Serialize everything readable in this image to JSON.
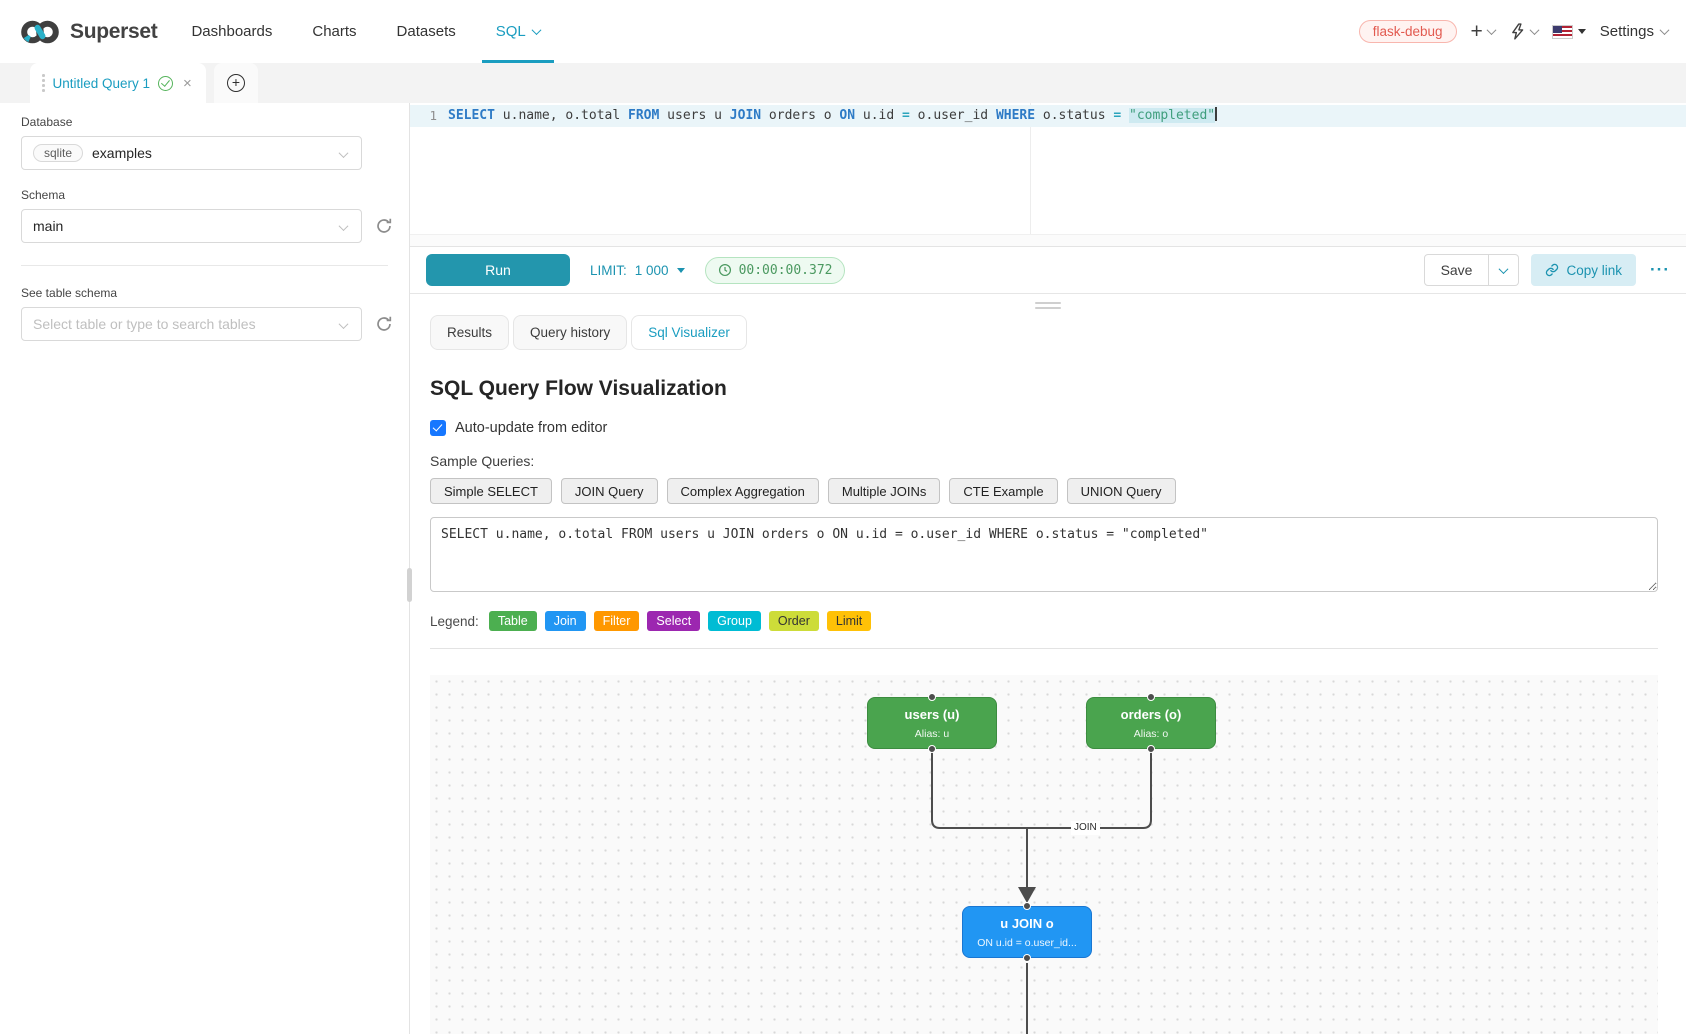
{
  "navbar": {
    "brand": "Superset",
    "items": [
      {
        "label": "Dashboards"
      },
      {
        "label": "Charts"
      },
      {
        "label": "Datasets"
      },
      {
        "label": "SQL"
      }
    ],
    "env_badge": "flask-debug",
    "settings_label": "Settings"
  },
  "query_tabs": {
    "active_tab": "Untitled Query 1",
    "close_glyph": "×",
    "new_tab_glyph": "+"
  },
  "sidebar": {
    "database_label": "Database",
    "database_engine": "sqlite",
    "database_name": "examples",
    "schema_label": "Schema",
    "schema_value": "main",
    "table_label": "See table schema",
    "table_placeholder": "Select table or type to search tables"
  },
  "editor": {
    "line_number": "1",
    "tokens": [
      {
        "t": "kw",
        "v": "SELECT"
      },
      {
        "t": "pl",
        "v": " u.name, o.total "
      },
      {
        "t": "kw",
        "v": "FROM"
      },
      {
        "t": "pl",
        "v": " users u "
      },
      {
        "t": "kw",
        "v": "JOIN"
      },
      {
        "t": "pl",
        "v": " orders o "
      },
      {
        "t": "kw",
        "v": "ON"
      },
      {
        "t": "pl",
        "v": " u.id "
      },
      {
        "t": "op",
        "v": "="
      },
      {
        "t": "pl",
        "v": " o.user_id "
      },
      {
        "t": "kw",
        "v": "WHERE"
      },
      {
        "t": "pl",
        "v": " o.status "
      },
      {
        "t": "op",
        "v": "="
      },
      {
        "t": "pl",
        "v": " "
      },
      {
        "t": "str",
        "v": "\"completed\""
      }
    ]
  },
  "toolbar": {
    "run_label": "Run",
    "limit_label": "LIMIT:",
    "limit_value": "1 000",
    "timer": "00:00:00.372",
    "save_label": "Save",
    "copy_link_label": "Copy link",
    "more_glyph": "···"
  },
  "south_tabs": [
    {
      "label": "Results"
    },
    {
      "label": "Query history"
    },
    {
      "label": "Sql Visualizer"
    }
  ],
  "viz": {
    "title": "SQL Query Flow Visualization",
    "auto_update_label": "Auto-update from editor",
    "sample_queries_label": "Sample Queries:",
    "sample_queries": [
      "Simple SELECT",
      "JOIN Query",
      "Complex Aggregation",
      "Multiple JOINs",
      "CTE Example",
      "UNION Query"
    ],
    "sql_text": "SELECT u.name, o.total FROM users u JOIN orders o ON u.id = o.user_id WHERE o.status = \"completed\"",
    "legend_label": "Legend:",
    "legend": [
      {
        "label": "Table",
        "color": "#4CAF50",
        "text": "#ffffff"
      },
      {
        "label": "Join",
        "color": "#2196F3",
        "text": "#ffffff"
      },
      {
        "label": "Filter",
        "color": "#FF9800",
        "text": "#ffffff"
      },
      {
        "label": "Select",
        "color": "#9C27B0",
        "text": "#ffffff"
      },
      {
        "label": "Group",
        "color": "#00BCD4",
        "text": "#ffffff"
      },
      {
        "label": "Order",
        "color": "#CDDC39",
        "text": "#333333"
      },
      {
        "label": "Limit",
        "color": "#FFC107",
        "text": "#333333"
      }
    ],
    "flow": {
      "nodes": [
        {
          "title": "users (u)",
          "subtitle": "Alias: u"
        },
        {
          "title": "orders (o)",
          "subtitle": "Alias: o"
        },
        {
          "title": "u JOIN o",
          "subtitle": "ON u.id = o.user_id..."
        }
      ],
      "edge_label": "JOIN"
    }
  }
}
